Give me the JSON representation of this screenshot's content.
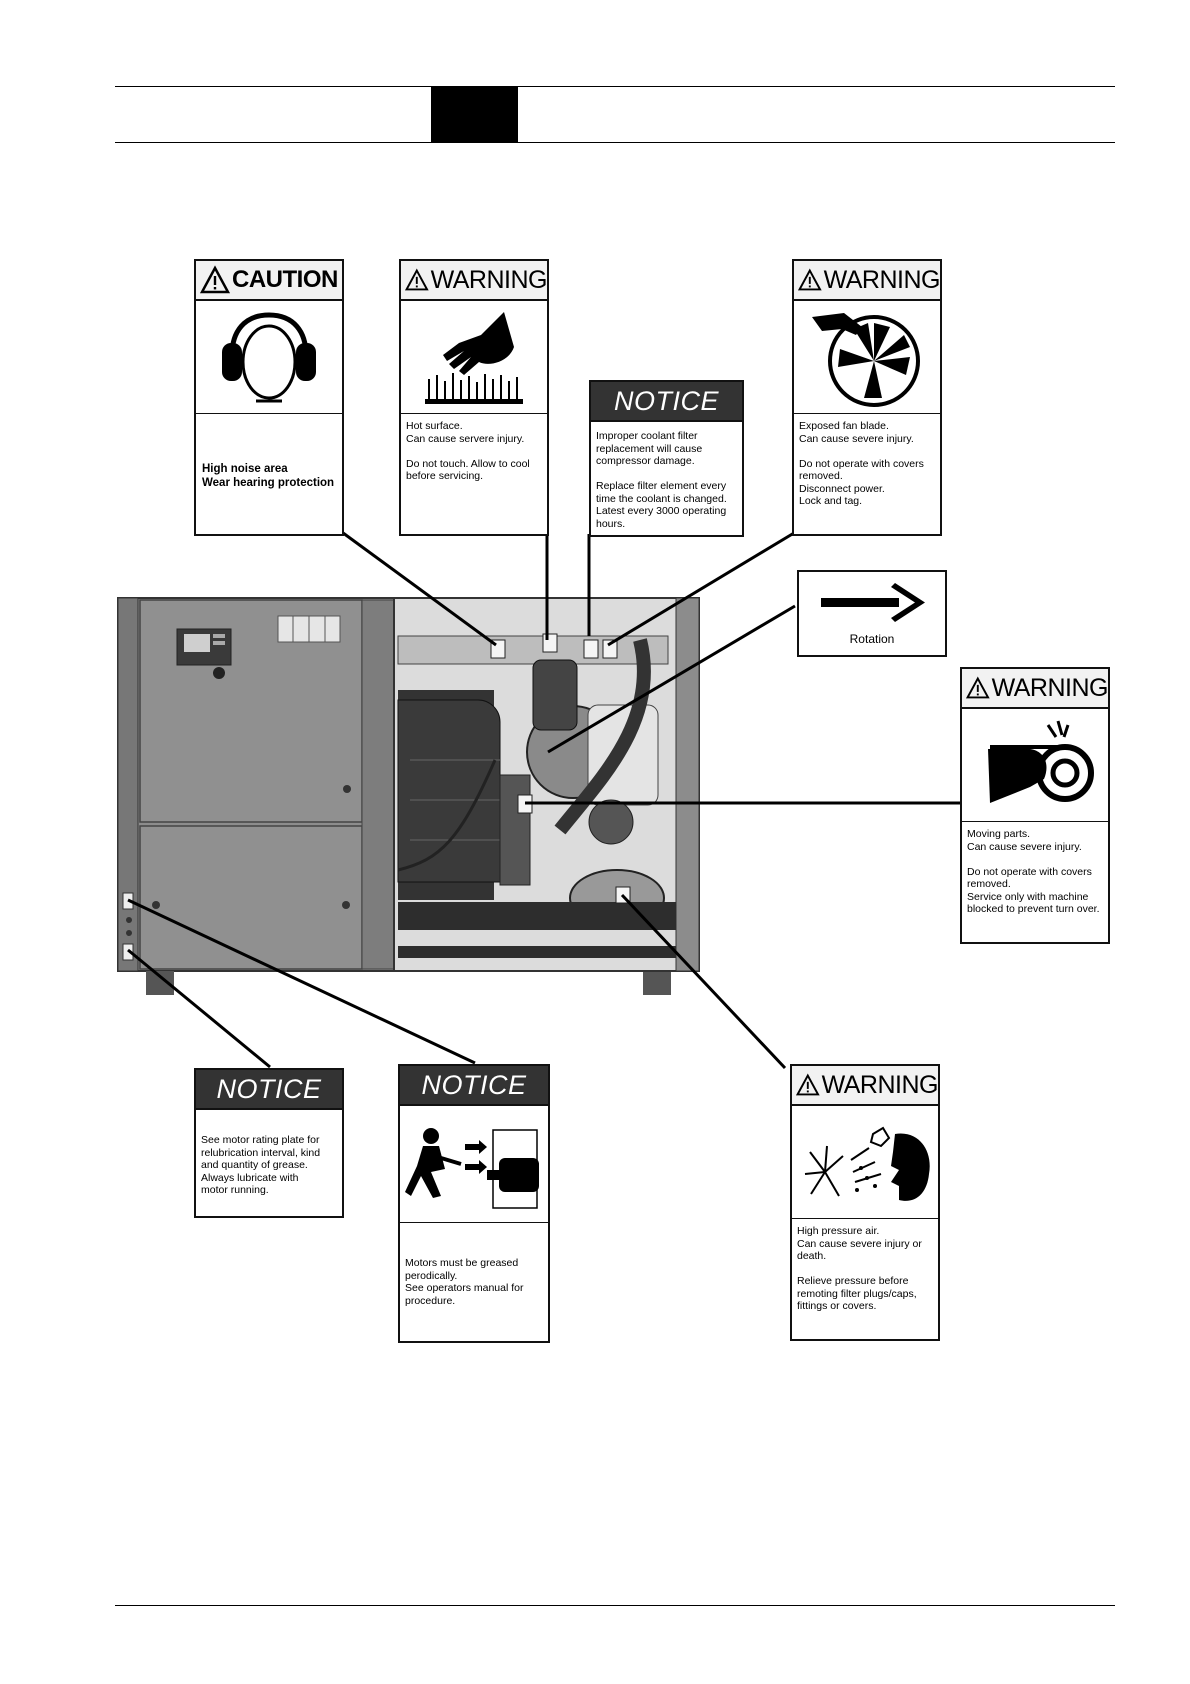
{
  "labels": {
    "caution_noise": {
      "signal_word": "CAUTION",
      "icon": "ear-protection-icon",
      "text": "High noise area\nWear hearing protection"
    },
    "warning_hot": {
      "signal_word": "WARNING",
      "icon": "hot-surface-hand-icon",
      "text": "Hot surface.\nCan cause servere injury.\n\nDo not touch. Allow to cool\nbefore servicing."
    },
    "notice_filter": {
      "signal_word": "NOTICE",
      "text": "Improper coolant filter\nreplacement will cause\ncompressor damage.\n\nReplace filter element every\ntime the coolant is changed.\nLatest every 3000 operating\nhours."
    },
    "warning_fan": {
      "signal_word": "WARNING",
      "icon": "fan-blade-hand-icon",
      "text": "Exposed fan blade.\nCan cause severe injury.\n\nDo not operate with covers\nremoved.\nDisconnect power.\nLock and tag."
    },
    "rotation": {
      "icon": "arrow-right-icon",
      "text": "Rotation"
    },
    "warning_moving": {
      "signal_word": "WARNING",
      "icon": "hand-belt-entanglement-icon",
      "text": "Moving parts.\nCan cause severe injury.\n\nDo not operate with covers\nremoved.\nService only with machine\nblocked to prevent turn over."
    },
    "notice_motor_plate": {
      "signal_word": "NOTICE",
      "text": "See motor rating plate for\nrelubrication interval, kind\nand quantity of grease.\nAlways lubricate with\nmotor running."
    },
    "notice_grease": {
      "signal_word": "NOTICE",
      "icon": "greasing-motor-icon",
      "text": "Motors must be greased\nperodically.\nSee operators manual for\nprocedure."
    },
    "warning_pressure": {
      "signal_word": "WARNING",
      "icon": "high-pressure-air-icon",
      "text": "High pressure air.\nCan cause severe injury or\ndeath.\n\nRelieve pressure before\nremoting filter plugs/caps,\nfittings or covers."
    }
  }
}
